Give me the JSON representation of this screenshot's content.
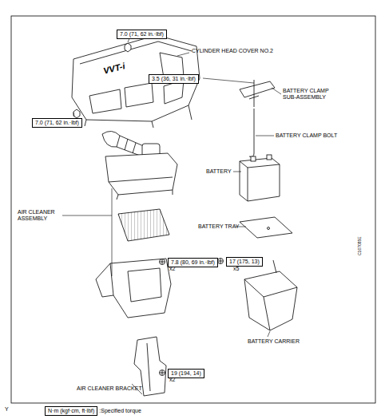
{
  "diagram": {
    "nodes": [
      {
        "text": [
          "7.0 (71, 62 in.·lbf)"
        ]
      },
      {
        "text": [
          "3.5 (36, 31 in.·lbf)"
        ]
      },
      {
        "text": [
          "7.0 (71, 62 in.·lbf)"
        ]
      },
      {
        "text": [
          "7.8 (80, 69 in.·lbf)"
        ]
      },
      {
        "text": [
          "17 (175, 13)"
        ]
      },
      {
        "text": [
          "19 (194, 14)"
        ]
      },
      {
        "text": [
          "N·m (kgf·cm, ft·lbf)"
        ]
      }
    ],
    "labels": [
      "CYLINDER HEAD COVER NO.2",
      "VVT-i",
      "BATTERY CLAMP SUB-ASSEMBLY",
      "BATTERY CLAMP BOLT",
      "BATTERY",
      "AIR CLEANER ASSEMBLY",
      "BATTERY TRAY",
      "x2",
      "x5",
      "BATTERY CARRIER",
      "x2",
      "AIR CLEANER BRACKET",
      ":Specified torque",
      "Y",
      "C107085E"
    ]
  }
}
